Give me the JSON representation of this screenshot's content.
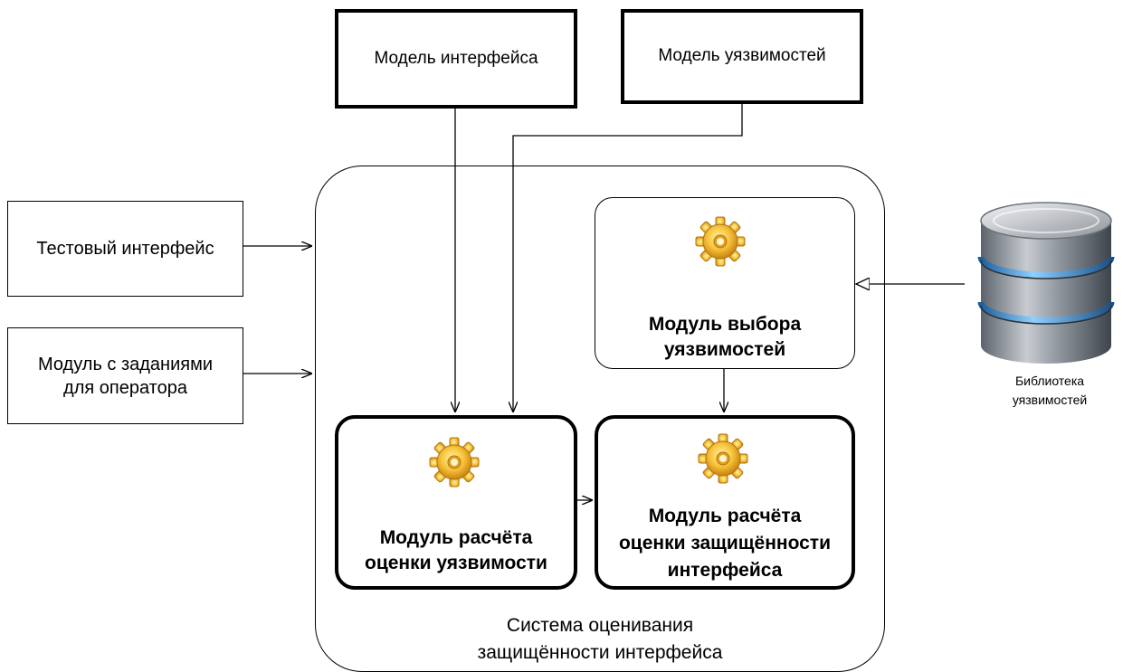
{
  "diagram": {
    "interface_model": "Модель интерфейса",
    "vuln_model": "Модель уязвимостей",
    "test_interface": "Тестовый интерфейс",
    "operator_tasks": {
      "line1": "Модуль с заданиями",
      "line2": "для оператора"
    },
    "selection_module": {
      "line1": "Модуль выбора",
      "line2": "уязвимостей"
    },
    "vuln_calc_module": {
      "line1": "Модуль расчёта",
      "line2": "оценки уязвимости"
    },
    "security_calc_module": {
      "line1": "Модуль расчёта",
      "line2": "оценки защищённости",
      "line3": "интерфейса"
    },
    "system": {
      "line1": "Система оценивания",
      "line2": "защищённости интерфейса"
    },
    "library": {
      "line1": "Библиотека",
      "line2": "уязвимостей"
    }
  },
  "icons": {
    "module_icon": "gear-icon",
    "library_icon": "database-icon"
  }
}
